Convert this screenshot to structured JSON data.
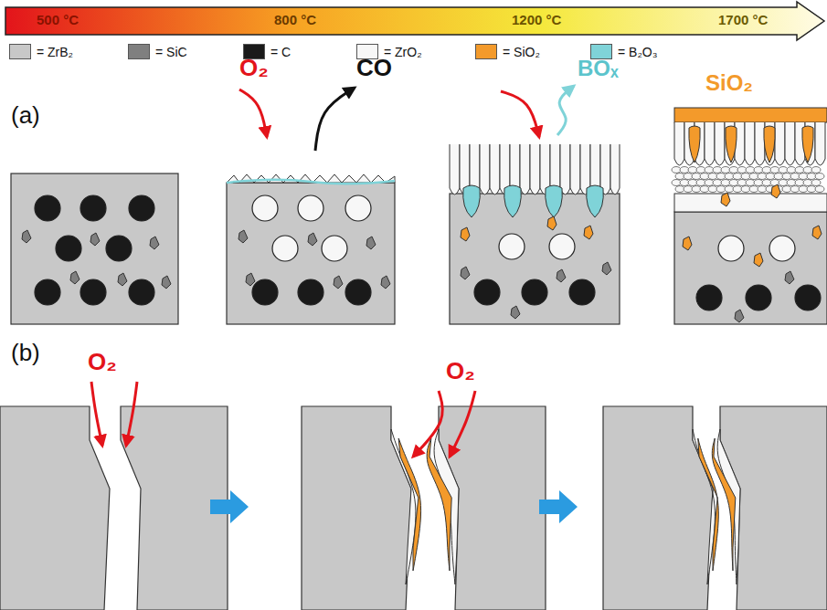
{
  "diagram": {
    "labels": [
      "500 °C",
      "800 °C",
      "1200 °C",
      "1700 °C",
      "(a)",
      "O₂",
      "CO",
      "BOₓ",
      "SiO₂",
      "(b)",
      "O₂",
      "O₂"
    ],
    "legend": [
      {
        "text": "= ZrB₂",
        "color": "#c8c8c8"
      },
      {
        "text": "= SiC",
        "color": "#7f7f7f"
      },
      {
        "text": "= C",
        "color": "#1a1a1a"
      },
      {
        "text": "= ZrO₂",
        "color": "#f7f7f7"
      },
      {
        "text": "= SiO₂",
        "color": "#f39a2b"
      },
      {
        "text": "= B₂O₃",
        "color": "#7fd3d8"
      }
    ]
  }
}
